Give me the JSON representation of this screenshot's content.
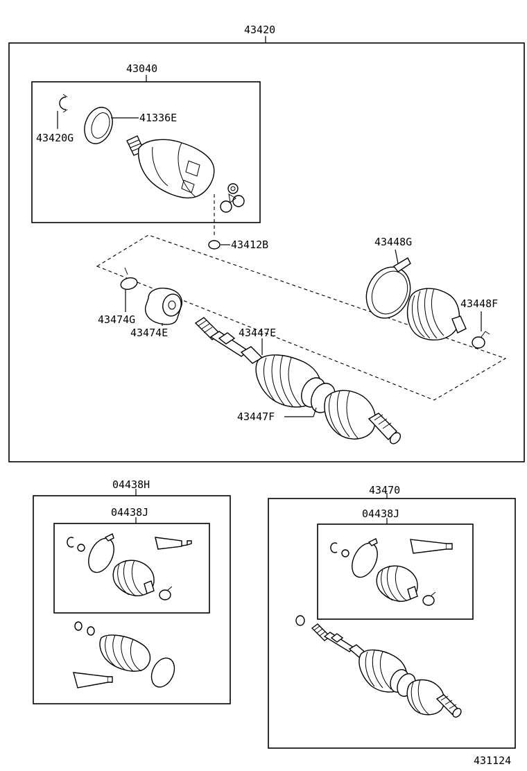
{
  "diagram": {
    "labels": {
      "assembly_main": "43420",
      "inboard_joint": "43040",
      "snap_ring_g": "43420G",
      "dust_seal": "41336E",
      "snap_ring_b": "43412B",
      "boot_clamp_448g": "43448G",
      "boot_clamp_448f": "43448F",
      "clamp_474g": "43474G",
      "damper_474e": "43474E",
      "boot_447e": "43447E",
      "boot_447f": "43447F",
      "kit_outer_h": "04438H",
      "kit_inner_j_left": "04438J",
      "shaft_assy_470": "43470",
      "kit_inner_j_right": "04438J",
      "figure_number": "431124"
    }
  }
}
